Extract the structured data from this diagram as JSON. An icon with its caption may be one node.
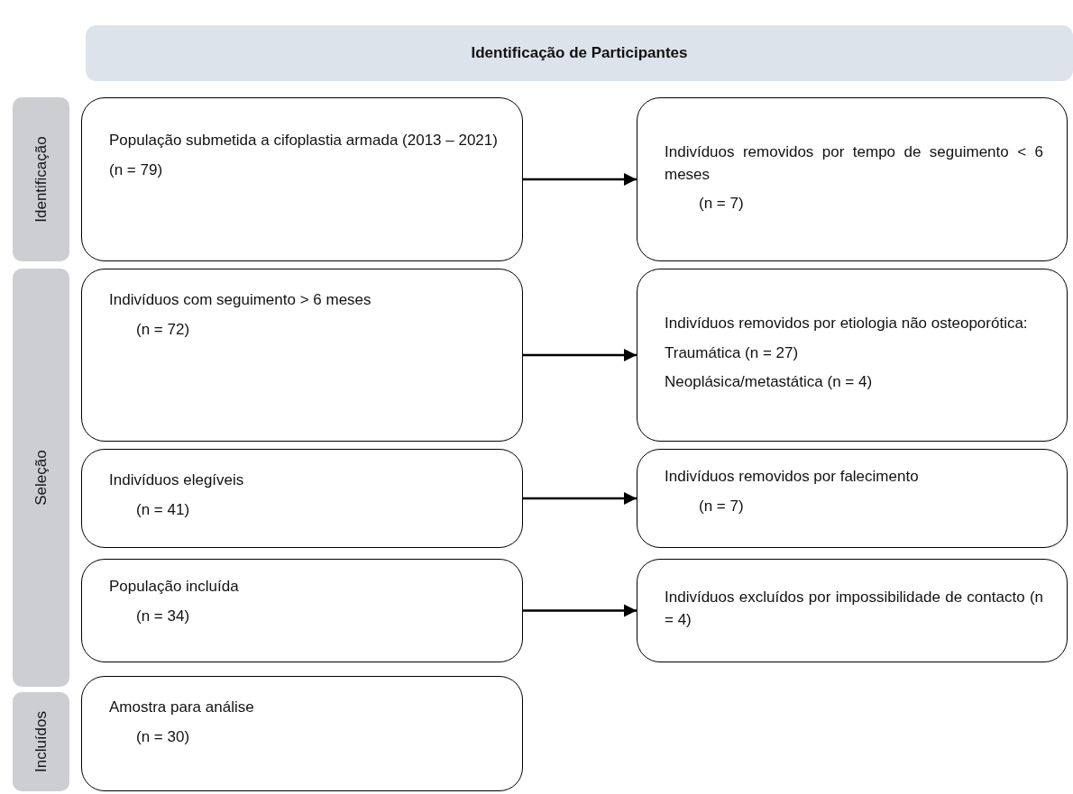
{
  "diagram": {
    "nodes": [
      {
        "text": [
          "Identificação de Participantes"
        ]
      },
      {
        "text": [
          "Identificação"
        ]
      },
      {
        "text": [
          "Seleção"
        ]
      },
      {
        "text": [
          "Incluídos"
        ]
      },
      {
        "text": [
          "População submetida a cifoplastia armada (2013 – 2021)",
          "(n = 79)"
        ]
      },
      {
        "text": [
          "Indivíduos removidos por tempo de seguimento < 6 meses",
          "(n = 7)"
        ]
      },
      {
        "text": [
          "Indivíduos com seguimento > 6 meses",
          "(n = 72)"
        ]
      },
      {
        "text": [
          "Indivíduos removidos por etiologia não osteoporótica:",
          "Traumática (n = 27)",
          "Neoplásica/metastática (n = 4)"
        ]
      },
      {
        "text": [
          "Indivíduos elegíveis",
          "(n = 41)"
        ]
      },
      {
        "text": [
          "Indivíduos removidos por falecimento",
          "(n = 7)"
        ]
      },
      {
        "text": [
          "População incluída",
          "(n = 34)"
        ]
      },
      {
        "text": [
          "Indivíduos excluídos por impossibilidade de contacto (n = 4)"
        ]
      },
      {
        "text": [
          "Amostra para análise",
          "(n = 30)"
        ]
      }
    ],
    "edges": [
      {
        "from": 4,
        "to": 5,
        "arrow": "to"
      },
      {
        "from": 6,
        "to": 7,
        "arrow": "to"
      },
      {
        "from": 8,
        "to": 9,
        "arrow": "to"
      },
      {
        "from": 10,
        "to": 11,
        "arrow": "to"
      }
    ]
  }
}
